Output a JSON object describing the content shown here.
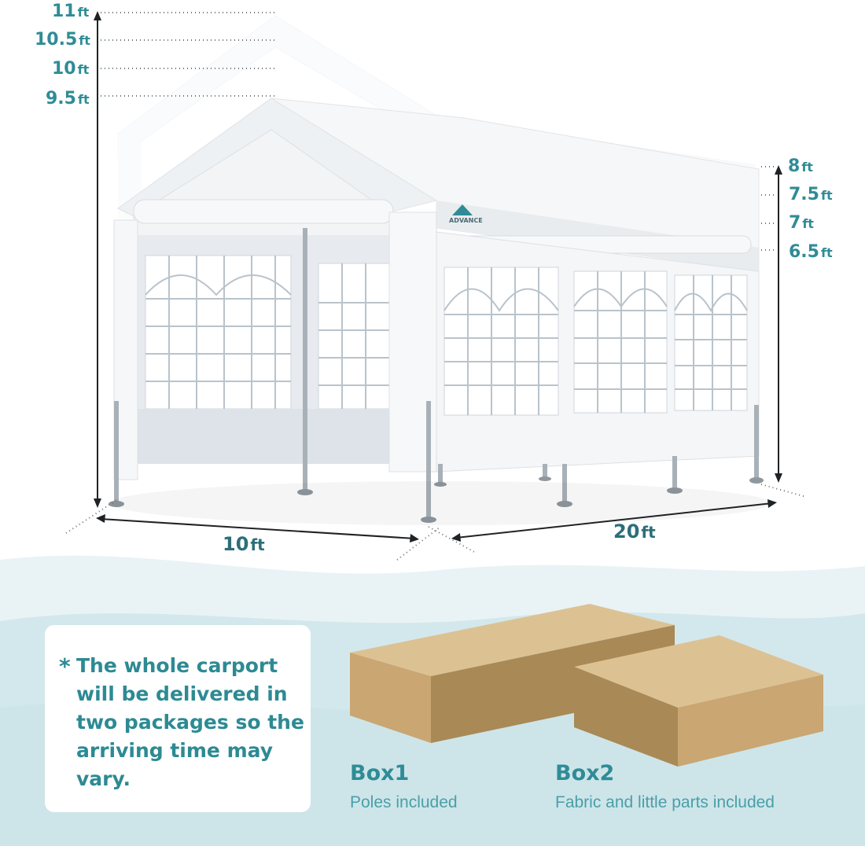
{
  "heights_left": [
    {
      "value": "11",
      "unit": "ft"
    },
    {
      "value": "10.5",
      "unit": "ft"
    },
    {
      "value": "10",
      "unit": "ft"
    },
    {
      "value": "9.5",
      "unit": "ft"
    }
  ],
  "heights_right": [
    {
      "value": "8",
      "unit": "ft"
    },
    {
      "value": "7.5",
      "unit": "ft"
    },
    {
      "value": "7",
      "unit": "ft"
    },
    {
      "value": "6.5",
      "unit": "ft"
    }
  ],
  "width_dim": {
    "value": "10",
    "unit": "ft"
  },
  "length_dim": {
    "value": "20",
    "unit": "ft"
  },
  "brand_logo": "ADVANCE",
  "note": {
    "star": "*",
    "text": "The whole carport will be delivered in two packages so the arriving time may vary."
  },
  "boxes": [
    {
      "title": "Box1",
      "subtitle": "Poles included"
    },
    {
      "title": "Box2",
      "subtitle": "Fabric and little parts included"
    }
  ],
  "colors": {
    "accent_teal": "#2f8c96",
    "cardboard_top": "#dcc293",
    "cardboard_front": "#c9a672",
    "cardboard_side": "#a98956",
    "wave_light": "#e6f1f3",
    "wave_dark": "#cfe5e9"
  }
}
